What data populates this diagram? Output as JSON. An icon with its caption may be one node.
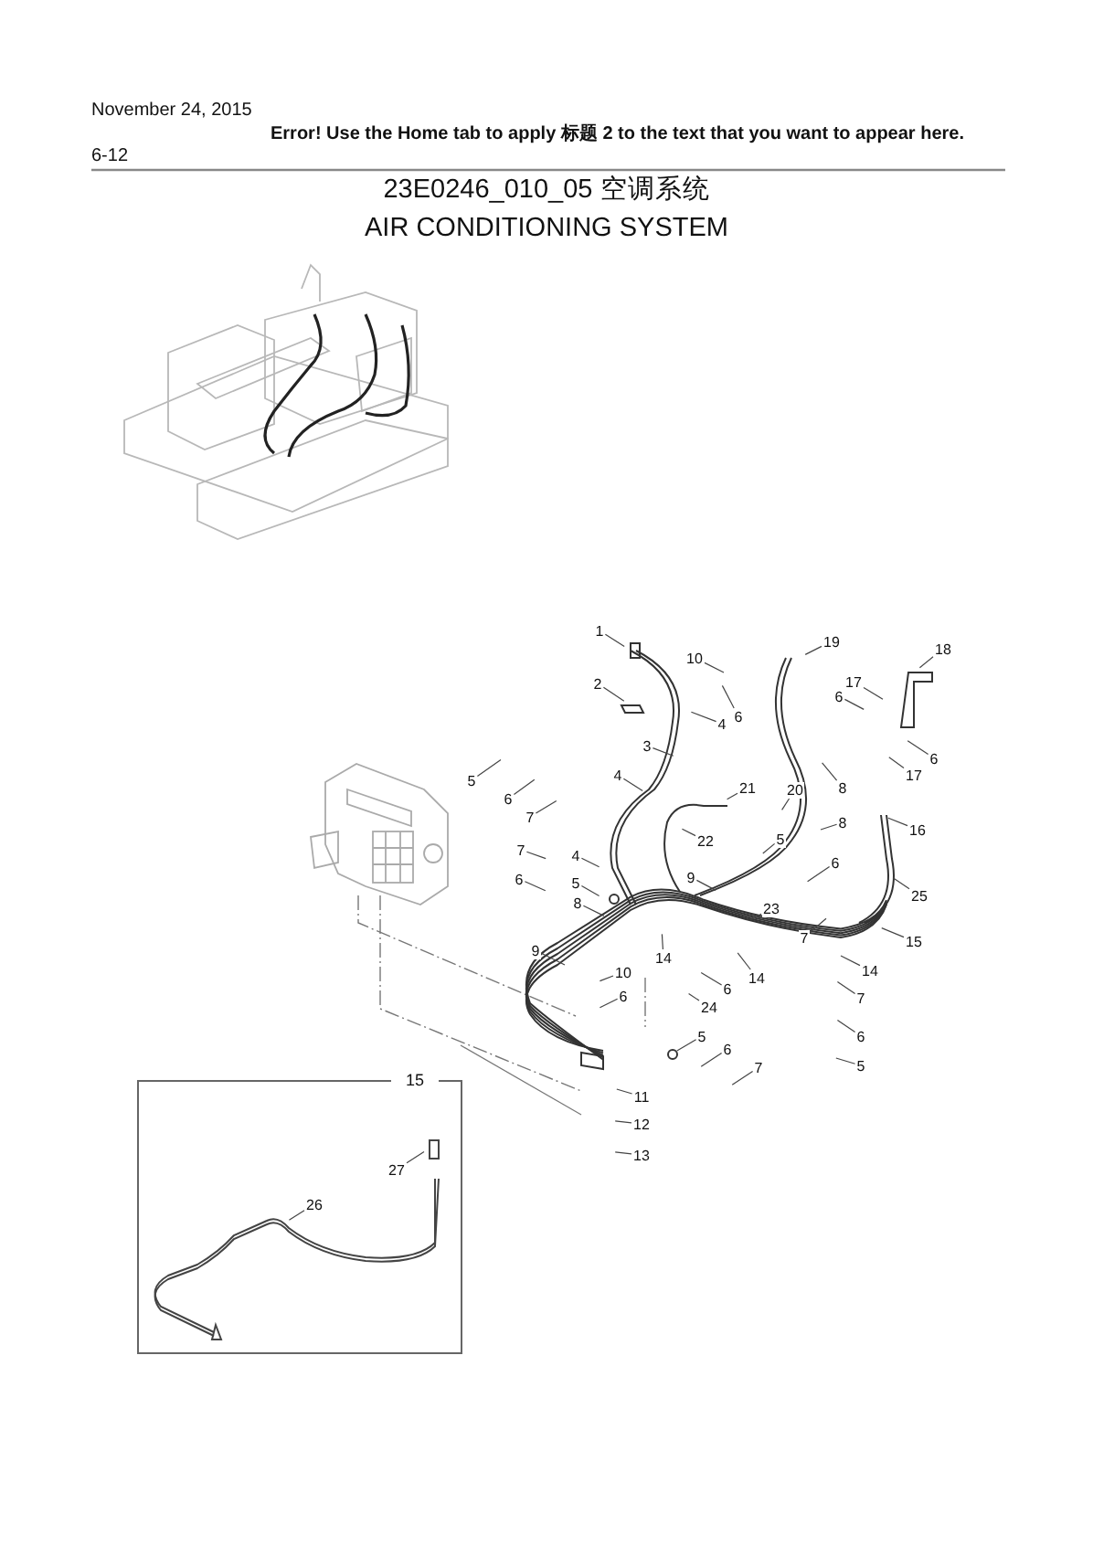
{
  "diagram": {
    "title": "23E0246_010_05 空调系统",
    "nodes": [
      {
        "text": [
          "1"
        ]
      },
      {
        "text": [
          "10"
        ]
      },
      {
        "text": [
          "19"
        ]
      },
      {
        "text": [
          "18"
        ]
      },
      {
        "text": [
          "2"
        ]
      },
      {
        "text": [
          "6"
        ]
      },
      {
        "text": [
          "4"
        ]
      },
      {
        "text": [
          "17"
        ]
      },
      {
        "text": [
          "6"
        ]
      },
      {
        "text": [
          "3"
        ]
      },
      {
        "text": [
          "6"
        ]
      },
      {
        "text": [
          "17"
        ]
      },
      {
        "text": [
          "5"
        ]
      },
      {
        "text": [
          "6"
        ]
      },
      {
        "text": [
          "7"
        ]
      },
      {
        "text": [
          "4"
        ]
      },
      {
        "text": [
          "21"
        ]
      },
      {
        "text": [
          "20"
        ]
      },
      {
        "text": [
          "8"
        ]
      },
      {
        "text": [
          "22"
        ]
      },
      {
        "text": [
          "7"
        ]
      },
      {
        "text": [
          "4"
        ]
      },
      {
        "text": [
          "8"
        ]
      },
      {
        "text": [
          "5"
        ]
      },
      {
        "text": [
          "16"
        ]
      },
      {
        "text": [
          "6"
        ]
      },
      {
        "text": [
          "5"
        ]
      },
      {
        "text": [
          "9"
        ]
      },
      {
        "text": [
          "6"
        ]
      },
      {
        "text": [
          "8"
        ]
      },
      {
        "text": [
          "25"
        ]
      },
      {
        "text": [
          "23"
        ]
      },
      {
        "text": [
          "7"
        ]
      },
      {
        "text": [
          "15"
        ]
      },
      {
        "text": [
          "9"
        ]
      },
      {
        "text": [
          "14"
        ]
      },
      {
        "text": [
          "10"
        ]
      },
      {
        "text": [
          "14"
        ]
      },
      {
        "text": [
          "14"
        ]
      },
      {
        "text": [
          "6"
        ]
      },
      {
        "text": [
          "24"
        ]
      },
      {
        "text": [
          "6"
        ]
      },
      {
        "text": [
          "7"
        ]
      },
      {
        "text": [
          "5"
        ]
      },
      {
        "text": [
          "6"
        ]
      },
      {
        "text": [
          "7"
        ]
      },
      {
        "text": [
          "6"
        ]
      },
      {
        "text": [
          "5"
        ]
      },
      {
        "text": [
          "11"
        ]
      },
      {
        "text": [
          "12"
        ]
      },
      {
        "text": [
          "13"
        ]
      },
      {
        "text": [
          "15"
        ]
      },
      {
        "text": [
          "27"
        ],
        "in": 51
      },
      {
        "text": [
          "26"
        ],
        "in": 51
      }
    ],
    "edges": [
      {
        "from": 0,
        "to": null,
        "arrow": "none"
      },
      {
        "from": 1,
        "to": null,
        "arrow": "none"
      },
      {
        "from": 2,
        "to": null,
        "arrow": "none"
      },
      {
        "from": 3,
        "to": null,
        "arrow": "none"
      },
      {
        "from": 4,
        "to": null,
        "arrow": "none"
      },
      {
        "from": 5,
        "to": null,
        "arrow": "none"
      },
      {
        "from": 6,
        "to": null,
        "arrow": "none"
      },
      {
        "from": 7,
        "to": null,
        "arrow": "none"
      },
      {
        "from": 8,
        "to": null,
        "arrow": "none"
      },
      {
        "from": 9,
        "to": null,
        "arrow": "none"
      },
      {
        "from": 10,
        "to": null,
        "arrow": "none"
      },
      {
        "from": 11,
        "to": null,
        "arrow": "none"
      },
      {
        "from": 12,
        "to": null,
        "arrow": "none"
      },
      {
        "from": 13,
        "to": null,
        "arrow": "none"
      },
      {
        "from": 14,
        "to": null,
        "arrow": "none"
      },
      {
        "from": 15,
        "to": null,
        "arrow": "none"
      },
      {
        "from": 16,
        "to": null,
        "arrow": "none"
      },
      {
        "from": 17,
        "to": null,
        "arrow": "none"
      },
      {
        "from": 18,
        "to": null,
        "arrow": "none"
      },
      {
        "from": 19,
        "to": null,
        "arrow": "none"
      },
      {
        "from": 20,
        "to": null,
        "arrow": "none"
      },
      {
        "from": 21,
        "to": null,
        "arrow": "none"
      },
      {
        "from": 22,
        "to": null,
        "arrow": "none"
      },
      {
        "from": 23,
        "to": null,
        "arrow": "none"
      },
      {
        "from": 24,
        "to": null,
        "arrow": "none"
      },
      {
        "from": 25,
        "to": null,
        "arrow": "none"
      },
      {
        "from": 26,
        "to": null,
        "arrow": "none"
      },
      {
        "from": 27,
        "to": null,
        "arrow": "none"
      },
      {
        "from": 28,
        "to": null,
        "arrow": "none"
      },
      {
        "from": 29,
        "to": null,
        "arrow": "none"
      },
      {
        "from": 30,
        "to": null,
        "arrow": "none"
      },
      {
        "from": 31,
        "to": null,
        "arrow": "none"
      },
      {
        "from": 32,
        "to": null,
        "arrow": "none"
      },
      {
        "from": 33,
        "to": null,
        "arrow": "none"
      },
      {
        "from": 34,
        "to": null,
        "arrow": "none"
      },
      {
        "from": 35,
        "to": null,
        "arrow": "none"
      },
      {
        "from": 36,
        "to": null,
        "arrow": "none"
      },
      {
        "from": 37,
        "to": null,
        "arrow": "none"
      },
      {
        "from": 38,
        "to": null,
        "arrow": "none"
      },
      {
        "from": 39,
        "to": null,
        "arrow": "none"
      },
      {
        "from": 40,
        "to": null,
        "arrow": "none"
      },
      {
        "from": 41,
        "to": null,
        "arrow": "none"
      },
      {
        "from": 42,
        "to": null,
        "arrow": "none"
      },
      {
        "from": 43,
        "to": null,
        "arrow": "none"
      },
      {
        "from": 44,
        "to": null,
        "arrow": "none"
      },
      {
        "from": 45,
        "to": null,
        "arrow": "none"
      },
      {
        "from": 46,
        "to": null,
        "arrow": "none"
      },
      {
        "from": 47,
        "to": null,
        "arrow": "none"
      },
      {
        "from": 48,
        "to": null,
        "arrow": "none"
      },
      {
        "from": 49,
        "to": null,
        "arrow": "none"
      },
      {
        "from": 50,
        "to": null,
        "arrow": "none"
      },
      {
        "from": 52,
        "to": null,
        "arrow": "none"
      },
      {
        "from": 53,
        "to": null,
        "arrow": "none"
      }
    ],
    "labels": [
      "November 24, 2015",
      "Error! Use the Home tab to apply 标题 2 to the text that you want to appear here.",
      "6-12",
      "AIR CONDITIONING SYSTEM"
    ]
  }
}
